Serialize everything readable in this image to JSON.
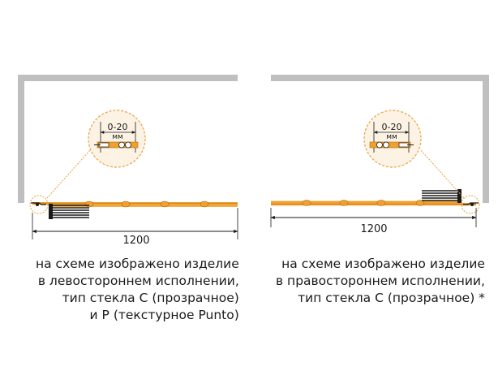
{
  "colors": {
    "wall": "#bfbfbf",
    "glass": "#f0a030",
    "profile": "#1a1a1a",
    "dimension": "#1a1a1a",
    "detail_circle": "#e8a040",
    "detail_fill": "#fdf3e4"
  },
  "schemes": [
    {
      "side": "left",
      "width_label": "1200",
      "detail_gap_label": "0-20",
      "detail_unit_label": "мм",
      "caption_lines": [
        "на схеме изображено изделие",
        "в левостороннем исполнении,",
        "тип стекла C (прозрачное)",
        "и P (текстурное Punto)"
      ]
    },
    {
      "side": "right",
      "width_label": "1200",
      "detail_gap_label": "0-20",
      "detail_unit_label": "мм",
      "caption_lines": [
        "на схеме изображено изделие",
        "в правостороннем исполнении,",
        "тип стекла C (прозрачное) *"
      ]
    }
  ]
}
